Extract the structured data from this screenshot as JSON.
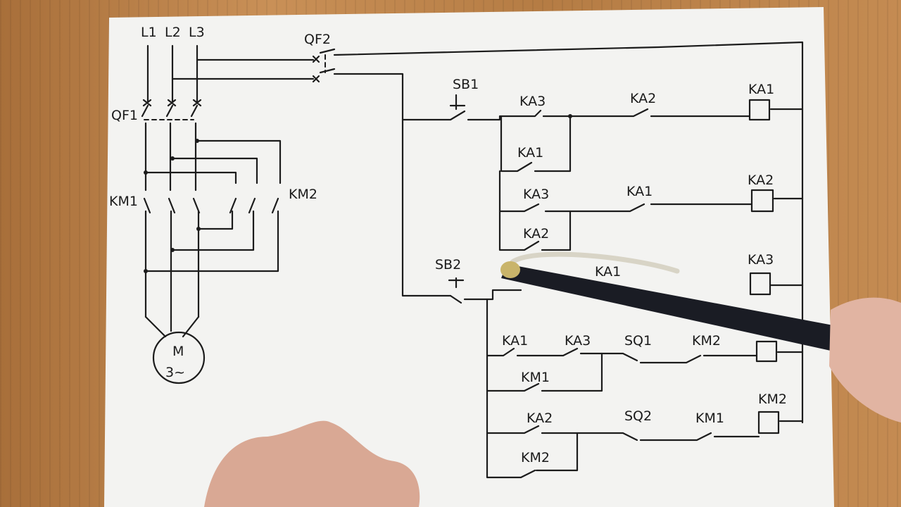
{
  "power": {
    "phases": [
      "L1",
      "L2",
      "L3"
    ],
    "breaker_main": "QF1",
    "breaker_control": "QF2",
    "contactor_forward": "KM1",
    "contactor_reverse": "KM2",
    "motor": {
      "symbol": "M",
      "phase": "3~"
    }
  },
  "control": {
    "buttons": {
      "start": "SB1",
      "stop": "SB2"
    },
    "contacts": {
      "r1_ka3": "KA3",
      "r1_ka2": "KA2",
      "r2_ka1": "KA1",
      "r3_ka3": "KA3",
      "r3_ka1": "KA1",
      "r4_ka2": "KA2",
      "r5_ka1": "KA1",
      "r6_ka1": "KA1",
      "r6_ka3": "KA3",
      "r6_sq1": "SQ1",
      "r6_km2": "KM2",
      "r7_km1": "KM1",
      "r8_ka2": "KA2",
      "r8_sq2": "SQ2",
      "r8_km1": "KM1",
      "r9_km2": "KM2"
    },
    "coils": {
      "c1": "KA1",
      "c2": "KA2",
      "c3": "KA3",
      "c5": "KM2"
    }
  }
}
